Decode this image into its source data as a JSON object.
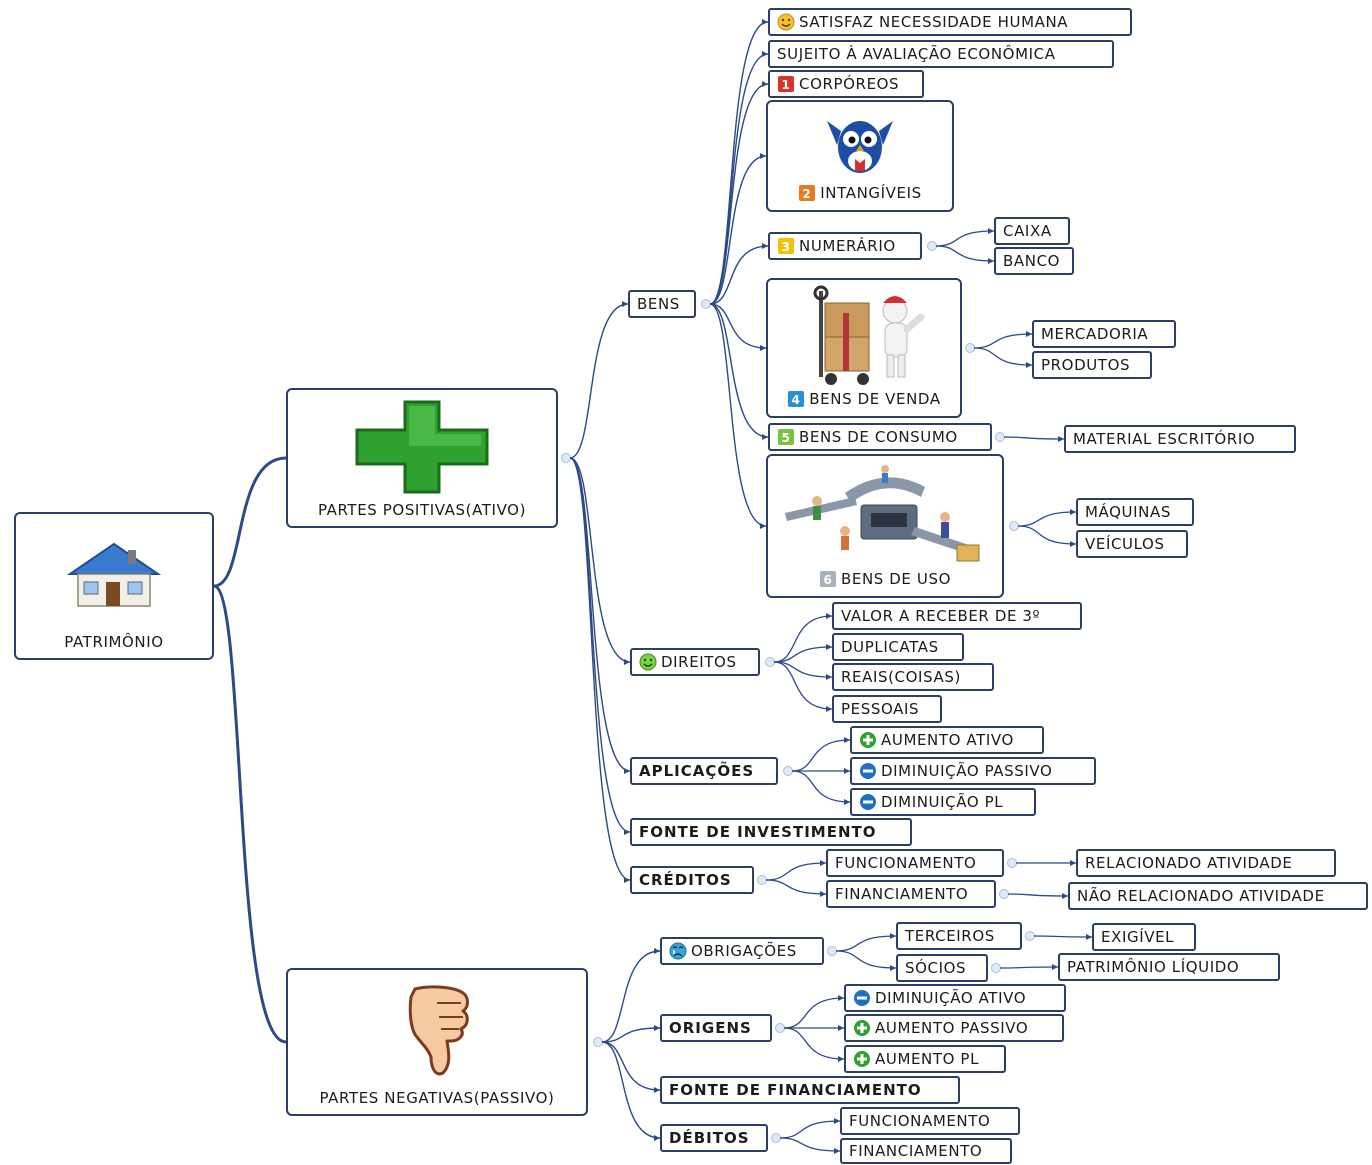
{
  "root": {
    "label": "PATRIMÔNIO"
  },
  "ativo": {
    "label": "PARTES POSITIVAS(ATIVO)"
  },
  "passivo": {
    "label": "PARTES NEGATIVAS(PASSIVO)"
  },
  "bens": {
    "label": "BENS",
    "satisfaz": "SATISFAZ  NECESSIDADE HUMANA",
    "sujeito": "SUJEITO À AVALIAÇÃO ECONÔMICA",
    "corporeos": "CORPÓREOS",
    "intangiveis": "INTANGÍVEIS",
    "numerario": {
      "label": "NUMERÁRIO",
      "children": [
        "CAIXA",
        "BANCO"
      ]
    },
    "venda": {
      "label": "BENS DE VENDA",
      "children": [
        "MERCADORIA",
        "PRODUTOS"
      ]
    },
    "consumo": {
      "label": "BENS DE CONSUMO",
      "children": [
        "MATERIAL ESCRITÓRIO"
      ]
    },
    "uso": {
      "label": "BENS DE USO",
      "children": [
        "MÁQUINAS",
        "VEÍCULOS"
      ]
    }
  },
  "direitos": {
    "label": "DIREITOS",
    "children": [
      "VALOR A RECEBER DE 3º",
      "DUPLICATAS",
      "REAIS(COISAS)",
      "PESSOAIS"
    ]
  },
  "aplicacoes": {
    "label": "APLICAÇÕES",
    "children": [
      "AUMENTO ATIVO",
      "DIMINUIÇÃO PASSIVO",
      "DIMINUIÇÃO PL"
    ]
  },
  "fonte_investimento": {
    "label": "FONTE DE INVESTIMENTO"
  },
  "creditos": {
    "label": "CRÉDITOS",
    "funcionamento": "FUNCIONAMENTO",
    "financiamento": "FINANCIAMENTO",
    "relacionado": "RELACIONADO ATIVIDADE",
    "nao_relacionado": "NÃO RELACIONADO ATIVIDADE"
  },
  "obrigacoes": {
    "label": "OBRIGAÇÕES",
    "terceiros": "TERCEIROS",
    "socios": "SÓCIOS",
    "exigivel": "EXIGÍVEL",
    "pl": "PATRIMÔNIO LÍQUIDO"
  },
  "origens": {
    "label": "ORIGENS",
    "children": [
      "DIMINUIÇÃO ATIVO",
      "AUMENTO PASSIVO",
      "AUMENTO PL"
    ]
  },
  "fonte_financiamento": {
    "label": "FONTE DE FINANCIAMENTO"
  },
  "debitos": {
    "label": "DÉBITOS",
    "children": [
      "FUNCIONAMENTO",
      "FINANCIAMENTO"
    ]
  },
  "markers": {
    "n1": "1",
    "n2": "2",
    "n3": "3",
    "n4": "4",
    "n5": "5",
    "n6": "6"
  },
  "colors": {
    "line": "#2c4a85",
    "border": "#2c3e63",
    "plus_green": "#2fa12f",
    "minus_blue": "#1f6fc4",
    "marker1": "#d9342b",
    "marker2": "#ea7a1e",
    "marker3": "#f2c10a",
    "marker4": "#2a8fd6",
    "marker5": "#7cc23d",
    "marker6": "#a9b3bf"
  },
  "icons": {
    "root": "house-icon",
    "ativo": "green-plus-icon",
    "passivo": "thumbs-down-icon",
    "satisfaz": "smiley-icon",
    "intangiveis": "owl-icon",
    "venda": "boxes-hand-truck-icon",
    "uso": "factory-conveyor-icon",
    "direitos": "smiley-icon",
    "obrigacoes": "crying-face-icon"
  }
}
